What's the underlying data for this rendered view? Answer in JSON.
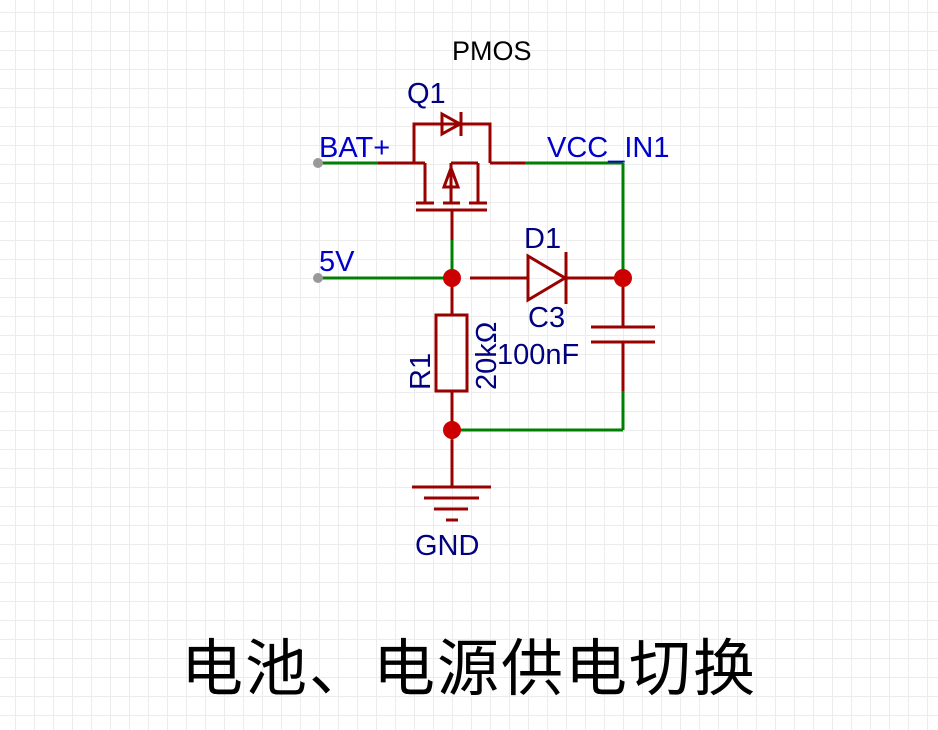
{
  "diagram": {
    "type": "schematic",
    "title": "电池、电源供电切换",
    "colors": {
      "wire": "#008000",
      "component": "#990000",
      "junction": "#cc0000",
      "net_label": "#0000cc",
      "designator": "#000080",
      "port_dot": "#999999",
      "text": "#000000"
    },
    "nets": {
      "bat": "BAT+",
      "vcc": "VCC_IN1",
      "five_v": "5V",
      "gnd": "GND"
    },
    "components": {
      "q1": {
        "designator": "Q1",
        "value": "PMOS"
      },
      "d1": {
        "designator": "D1"
      },
      "c3": {
        "designator": "C3",
        "value": "100nF"
      },
      "r1": {
        "designator": "R1",
        "value": "20kΩ"
      }
    }
  }
}
